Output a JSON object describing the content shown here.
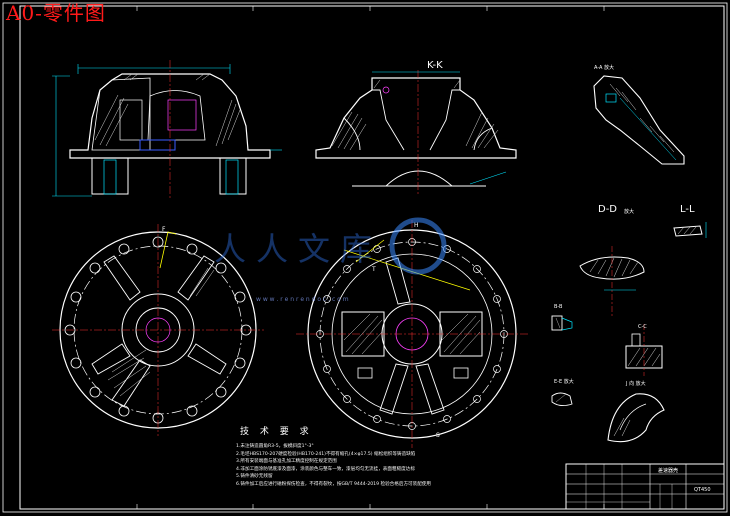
{
  "sheet": {
    "title": "A0-零件图",
    "frame_color": "#ffffff",
    "background": "#000000",
    "line_colors": {
      "outline": "#ffffff",
      "hatch": "#e0e0e0",
      "center": "#ff3030",
      "dim": "#00e5ff",
      "accent": "#ffff00",
      "blue": "#3a5cff",
      "magenta": "#ff40ff"
    }
  },
  "view_labels": {
    "kk": "K-K",
    "aa": "A-A 放大",
    "dd": "D-D",
    "dd_scale": "放大",
    "ll": "L-L",
    "bb": "B-B",
    "cc": "C-C",
    "ee": "E-E 放大",
    "jj": "J 向 放大",
    "section_f": "F",
    "section_t": "T",
    "section_h": "H",
    "section_s": "S"
  },
  "watermark": {
    "text": "人人文库",
    "url": "w w w . r e n r e n d o c . c o m"
  },
  "tech_requirements": {
    "title": "技 术 要 求",
    "items": [
      "1.未注铸造圆角R3-5，拔模斜度1°-3°",
      "2.毛坯HBS170-207硬度检验(HB170-241)不得有缩孔(4×φ17.5) 缩松组织等铸造缺陷",
      "3.所有安装端面与基准孔加工精度控制在规定范围",
      "4.非加工面涂防锈底漆及面漆，涂装颜色与整车一致，漆层均匀无流挂，表面粗糙度达标",
      "5.铸件清砂无残留",
      "6.铸件加工后应进行磁粉探伤检查，不得有裂纹，按GB/T 9444-2019 检验合格后方可装配使用"
    ]
  },
  "title_block": {
    "part_name": "差速器壳",
    "material": "QT450"
  }
}
